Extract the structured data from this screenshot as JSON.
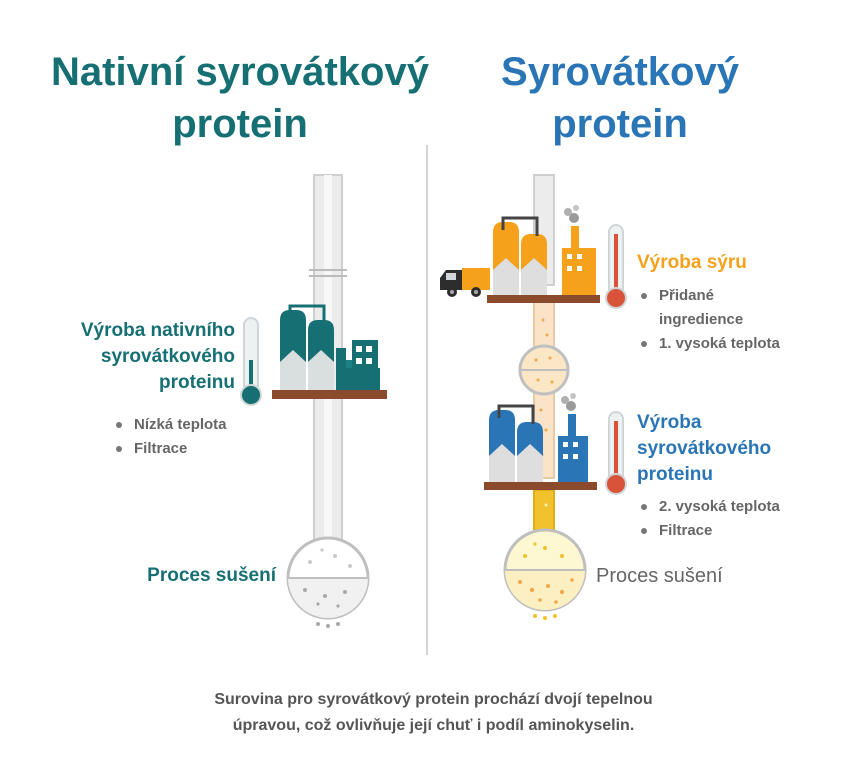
{
  "left": {
    "title": "Nativní syrovátkový protein",
    "production_label": [
      "Výroba nativního",
      "syrovátkového",
      "proteinu"
    ],
    "bullets": [
      "Nízká teplota",
      "Filtrace"
    ],
    "drying_label": "Proces sušení"
  },
  "right": {
    "title": "Syrovátkový protein",
    "cheese_label": "Výroba sýru",
    "cheese_bullets": [
      [
        "Přidané",
        "ingredience"
      ],
      [
        "1. vysoká teplota"
      ]
    ],
    "whey_label": [
      "Výroba",
      "syrovátkového",
      "proteinu"
    ],
    "whey_bullets": [
      "2. vysoká teplota",
      "Filtrace"
    ],
    "drying_label": "Proces sušení"
  },
  "footer": [
    "Surovina pro syrovátkový protein prochází dvojí tepelnou",
    "úpravou, což ovlivňuje její chuť i podíl aminokyselin."
  ],
  "colors": {
    "teal": "#166f73",
    "blue": "#2a75b6",
    "orange": "#f5a11c",
    "thermometer_red": "#d9533b",
    "text_gray": "#666666"
  }
}
